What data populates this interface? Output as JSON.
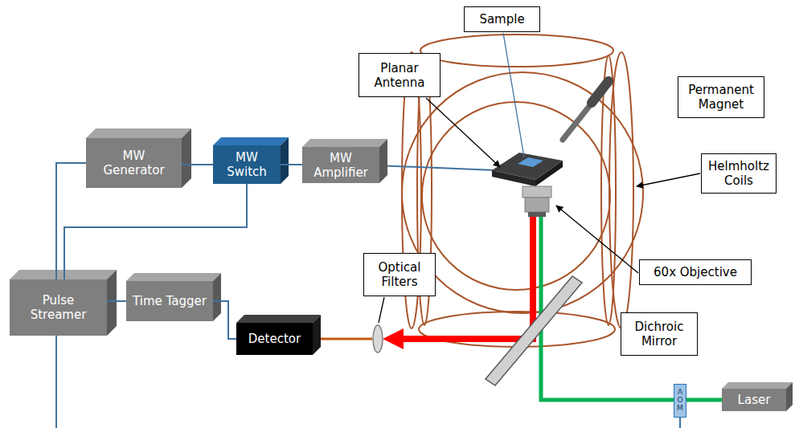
{
  "diagram": {
    "nodes": [
      {
        "text": [
          "MW Generator"
        ]
      },
      {
        "text": [
          "MW Switch"
        ]
      },
      {
        "text": [
          "MW Amplifier"
        ]
      },
      {
        "text": [
          "Pulse Streamer"
        ]
      },
      {
        "text": [
          "Time Tagger"
        ]
      },
      {
        "text": [
          "Detector"
        ]
      },
      {
        "text": [
          "Sample"
        ]
      },
      {
        "text": [
          "Planar Antenna"
        ]
      },
      {
        "text": [
          "Permanent Magnet"
        ]
      },
      {
        "text": [
          "Helmholtz Coils"
        ]
      },
      {
        "text": [
          "Optical Filters"
        ]
      },
      {
        "text": [
          "60x Objective"
        ]
      },
      {
        "text": [
          "Dichroic Mirror"
        ]
      },
      {
        "text": [
          "Laser"
        ]
      },
      {
        "text": [
          "AOM"
        ]
      }
    ],
    "edges": [
      {
        "from": 0,
        "to": 1,
        "arrow": "none"
      },
      {
        "from": 1,
        "to": 2,
        "arrow": "none"
      },
      {
        "from": 3,
        "to": 0,
        "arrow": "none"
      },
      {
        "from": 3,
        "to": 1,
        "arrow": "none"
      },
      {
        "from": 3,
        "to": 4,
        "arrow": "none"
      },
      {
        "from": 4,
        "to": 5,
        "arrow": "none"
      },
      {
        "from": 13,
        "to": 14,
        "arrow": "none"
      }
    ]
  }
}
